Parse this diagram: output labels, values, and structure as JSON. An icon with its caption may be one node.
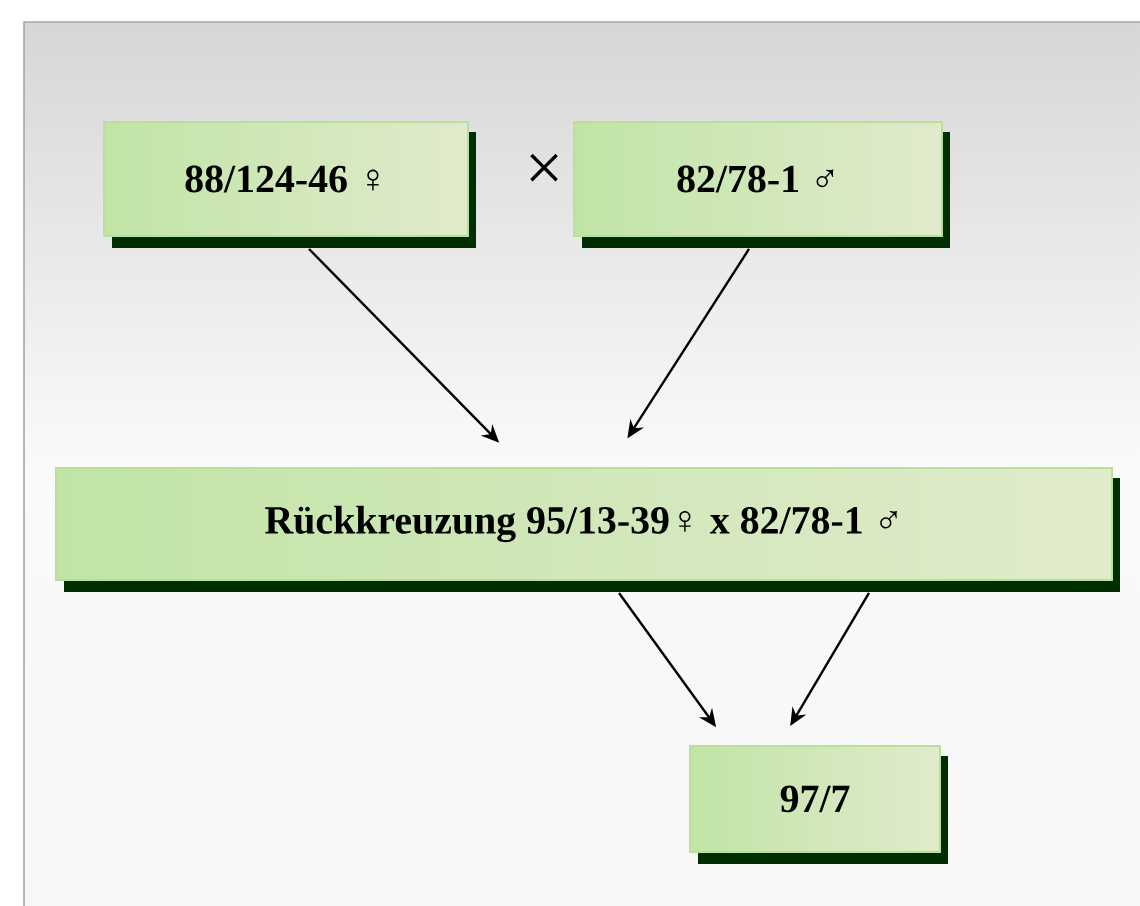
{
  "diagram": {
    "nodes": [
      {
        "text": [
          "88/124-46 ♀"
        ]
      },
      {
        "text": [
          "82/78-1 ♂"
        ]
      },
      {
        "text": [
          "Rückkreuzung 95/13-39♀ x 82/78-1 ♂"
        ]
      },
      {
        "text": [
          "97/7"
        ]
      }
    ],
    "edges": [
      {
        "from": 0,
        "to": 2,
        "arrow": "to"
      },
      {
        "from": 1,
        "to": 2,
        "arrow": "to"
      },
      {
        "from": 2,
        "to": 3,
        "arrow": "to"
      },
      {
        "from": 2,
        "to": 3,
        "arrow": "to"
      }
    ],
    "labels": [
      "×"
    ]
  }
}
